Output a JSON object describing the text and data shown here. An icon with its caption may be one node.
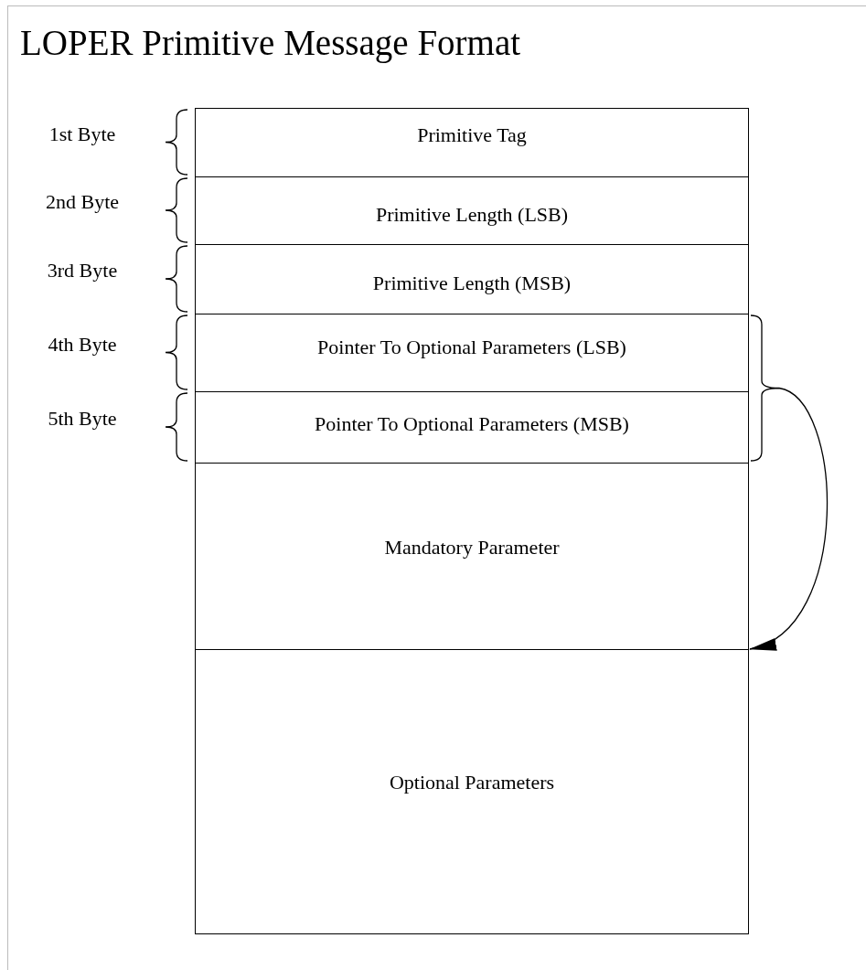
{
  "diagram": {
    "title": "LOPER Primitive Message Format",
    "nodes": [
      {
        "text": [
          "Primitive Tag"
        ],
        "beside": [
          "1st Byte"
        ]
      },
      {
        "text": [
          "Primitive Length (LSB)"
        ],
        "beside": [
          "2nd Byte"
        ]
      },
      {
        "text": [
          "Primitive Length (MSB)"
        ],
        "beside": [
          "3rd Byte"
        ]
      },
      {
        "text": [
          "Pointer To Optional Parameters (LSB)"
        ],
        "beside": [
          "4th Byte"
        ]
      },
      {
        "text": [
          "Pointer To Optional Parameters (MSB)"
        ],
        "beside": [
          "5th Byte"
        ]
      },
      {
        "text": [
          "Mandatory Parameter"
        ]
      },
      {
        "text": [
          "Optional Parameters"
        ]
      }
    ],
    "edges": [
      {
        "from": 3,
        "to": 6,
        "arrow": "to"
      },
      {
        "from": 4,
        "to": 6,
        "arrow": "to"
      }
    ]
  }
}
